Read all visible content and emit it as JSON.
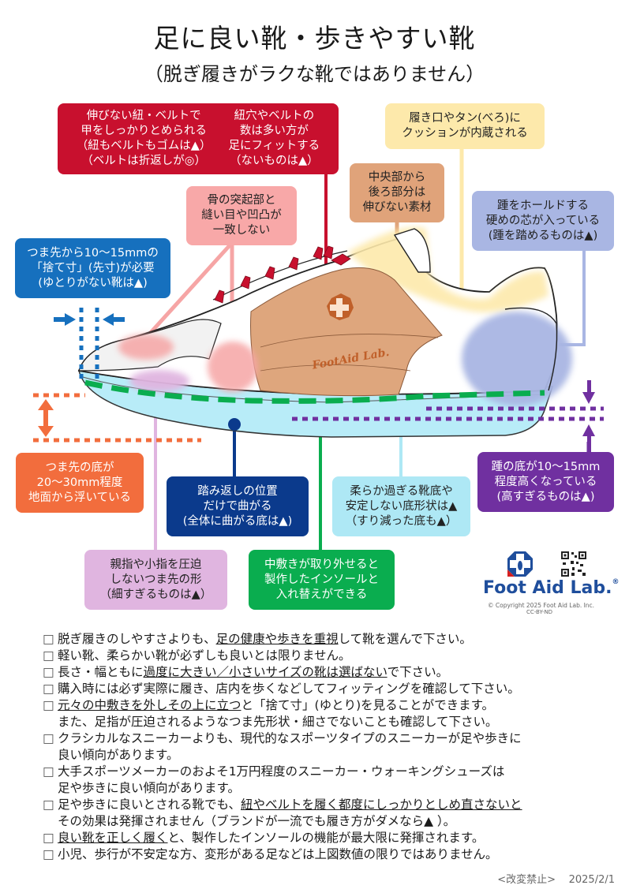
{
  "header": {
    "title": "足に良い靴・歩きやすい靴",
    "subtitle": "（脱ぎ履きがラクな靴ではありません）"
  },
  "colors": {
    "red": "#c8102e",
    "pink": "#f6a5a5",
    "blue": "#1670be",
    "orange": "#f26d3d",
    "navy": "#0b3a8c",
    "lavender": "#e0b5e0",
    "green": "#0aad4f",
    "lightblue": "#aee8f5",
    "purple": "#7030a0",
    "tan": "#e0a37a",
    "yellow": "#fde9ab",
    "periwinkle": "#a9b6e3"
  },
  "callouts": {
    "laces_belt": {
      "lines": [
        "伸びない紐・ベルトで",
        "甲をしっかりとめられる",
        "（紐もベルトもゴムは▲）",
        "（ベルトは折返しが◎）"
      ]
    },
    "eyelets": {
      "lines": [
        "紐穴やベルトの",
        "数は多い方が",
        "足にフィットする",
        "（ないものは▲）"
      ]
    },
    "collar_tongue": {
      "lines": [
        "履き口やタン(べろ)に",
        "クッションが内蔵される"
      ]
    },
    "midback_material": {
      "lines": [
        "中央部から",
        "後ろ部分は",
        "伸びない素材"
      ]
    },
    "bone_seams": {
      "lines": [
        "骨の突起部と",
        "縫い目や凹凸が",
        "一致しない"
      ]
    },
    "heel_counter": {
      "lines": [
        "踵をホールドする",
        "硬めの芯が入っている",
        "(踵を踏めるものは▲)"
      ]
    },
    "toe_allowance": {
      "lines": [
        "つま先から10～15mmの",
        "「捨て寸」(先寸)が必要",
        "(ゆとりがない靴は▲)"
      ]
    },
    "toe_spring": {
      "lines": [
        "つま先の底が",
        "20～30mm程度",
        "地面から浮いている"
      ]
    },
    "flex_point": {
      "lines": [
        "踏み返しの位置",
        "だけで曲がる",
        "(全体に曲がる底は▲)"
      ]
    },
    "sole_stability": {
      "lines": [
        "柔らか過ぎる靴底や",
        "安定しない底形状は▲",
        "（すり減った底も▲）"
      ]
    },
    "heel_height": {
      "lines": [
        "踵の底が10～15mm",
        "程度高くなっている",
        "(高すぎるものは▲)"
      ]
    },
    "toe_box": {
      "lines": [
        "親指や小指を圧迫",
        "しないつま先の形",
        "（細すぎるものは▲）"
      ]
    },
    "insole": {
      "lines": [
        "中敷きが取り外せると",
        "製作したインソールと",
        "入れ替えができる"
      ]
    }
  },
  "shoe": {
    "brand_text": "FootAid Lab."
  },
  "logo": {
    "name": "Foot Aid Lab.",
    "registered": "®",
    "copyright": "© Copyright 2025 Foot Aid Lab. Inc.",
    "license": "CC-BY-ND",
    "qr_icon": "qr-code-icon",
    "emblem_icon": "foot-cross-emblem-icon"
  },
  "checklist": {
    "box_glyph": "□",
    "items": [
      {
        "parts": [
          {
            "t": "脱ぎ履きのしやすさよりも、"
          },
          {
            "t": "足の健康や歩きを重視",
            "u": true
          },
          {
            "t": "して靴を選んで下さい。"
          }
        ]
      },
      {
        "parts": [
          {
            "t": "軽い靴、柔らかい靴が必ずしも良いとは限りません。"
          }
        ]
      },
      {
        "parts": [
          {
            "t": "長さ・幅ともに"
          },
          {
            "t": "過度に大きい／小さいサイズの靴は選ばない",
            "u": true
          },
          {
            "t": "で下さい。"
          }
        ]
      },
      {
        "parts": [
          {
            "t": "購入時には必ず実際に履き、店内を歩くなどしてフィッティングを確認して下さい。"
          }
        ]
      },
      {
        "parts": [
          {
            "t": "元々の中敷きを外しその上に立つ",
            "u": true
          },
          {
            "t": "と「捨て寸」(ゆとり)を見ることができます。"
          }
        ],
        "cont": "また、足指が圧迫されるようなつま先形状・細さでないことも確認して下さい。"
      },
      {
        "parts": [
          {
            "t": "クラシカルなスニーカーよりも、現代的なスポーツタイプのスニーカーが足や歩きに"
          }
        ],
        "cont": "良い傾向があります。"
      },
      {
        "parts": [
          {
            "t": "大手スポーツメーカーのおよそ1万円程度のスニーカー・ウォーキングシューズは"
          }
        ],
        "cont": "足や歩きに良い傾向があります。"
      },
      {
        "parts": [
          {
            "t": "足や歩きに良いとされる靴でも、"
          },
          {
            "t": "紐やベルトを履く都度にしっかりとしめ直さないと",
            "u": true
          }
        ],
        "cont": "その効果は発揮されません（ブランドが一流でも履き方がダメなら▲ ）。"
      },
      {
        "parts": [
          {
            "t": "良い靴を正しく履く",
            "u": true
          },
          {
            "t": "と、製作したインソールの機能が最大限に発揮されます。"
          }
        ]
      },
      {
        "parts": [
          {
            "t": "小児、歩行が不安定な方、変形がある足などは上図数値の限りではありません。"
          }
        ]
      }
    ]
  },
  "footer": {
    "notice": "<改変禁止>",
    "date": "2025/2/1"
  }
}
